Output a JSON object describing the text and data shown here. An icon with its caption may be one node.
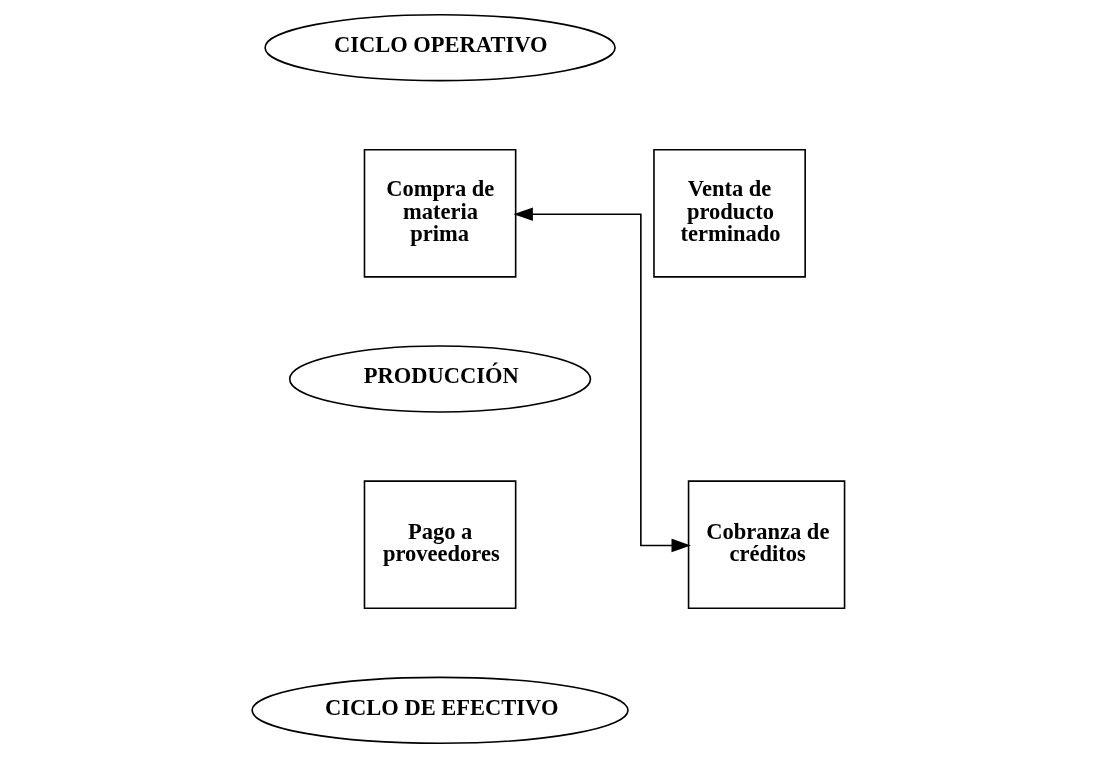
{
  "diagram": {
    "nodes": [
      {
        "text": [
          "CICLO OPERATIVO"
        ]
      },
      {
        "text": [
          "Compra de materia prima"
        ]
      },
      {
        "text": [
          "Venta de producto terminado"
        ]
      },
      {
        "text": [
          "PRODUCCIÓN"
        ]
      },
      {
        "text": [
          "Pago a proveedores"
        ]
      },
      {
        "text": [
          "Cobranza de créditos"
        ]
      },
      {
        "text": [
          "CICLO DE EFECTIVO"
        ]
      }
    ],
    "edges": [
      {
        "from": 1,
        "to": 5,
        "arrow": "both"
      }
    ]
  }
}
